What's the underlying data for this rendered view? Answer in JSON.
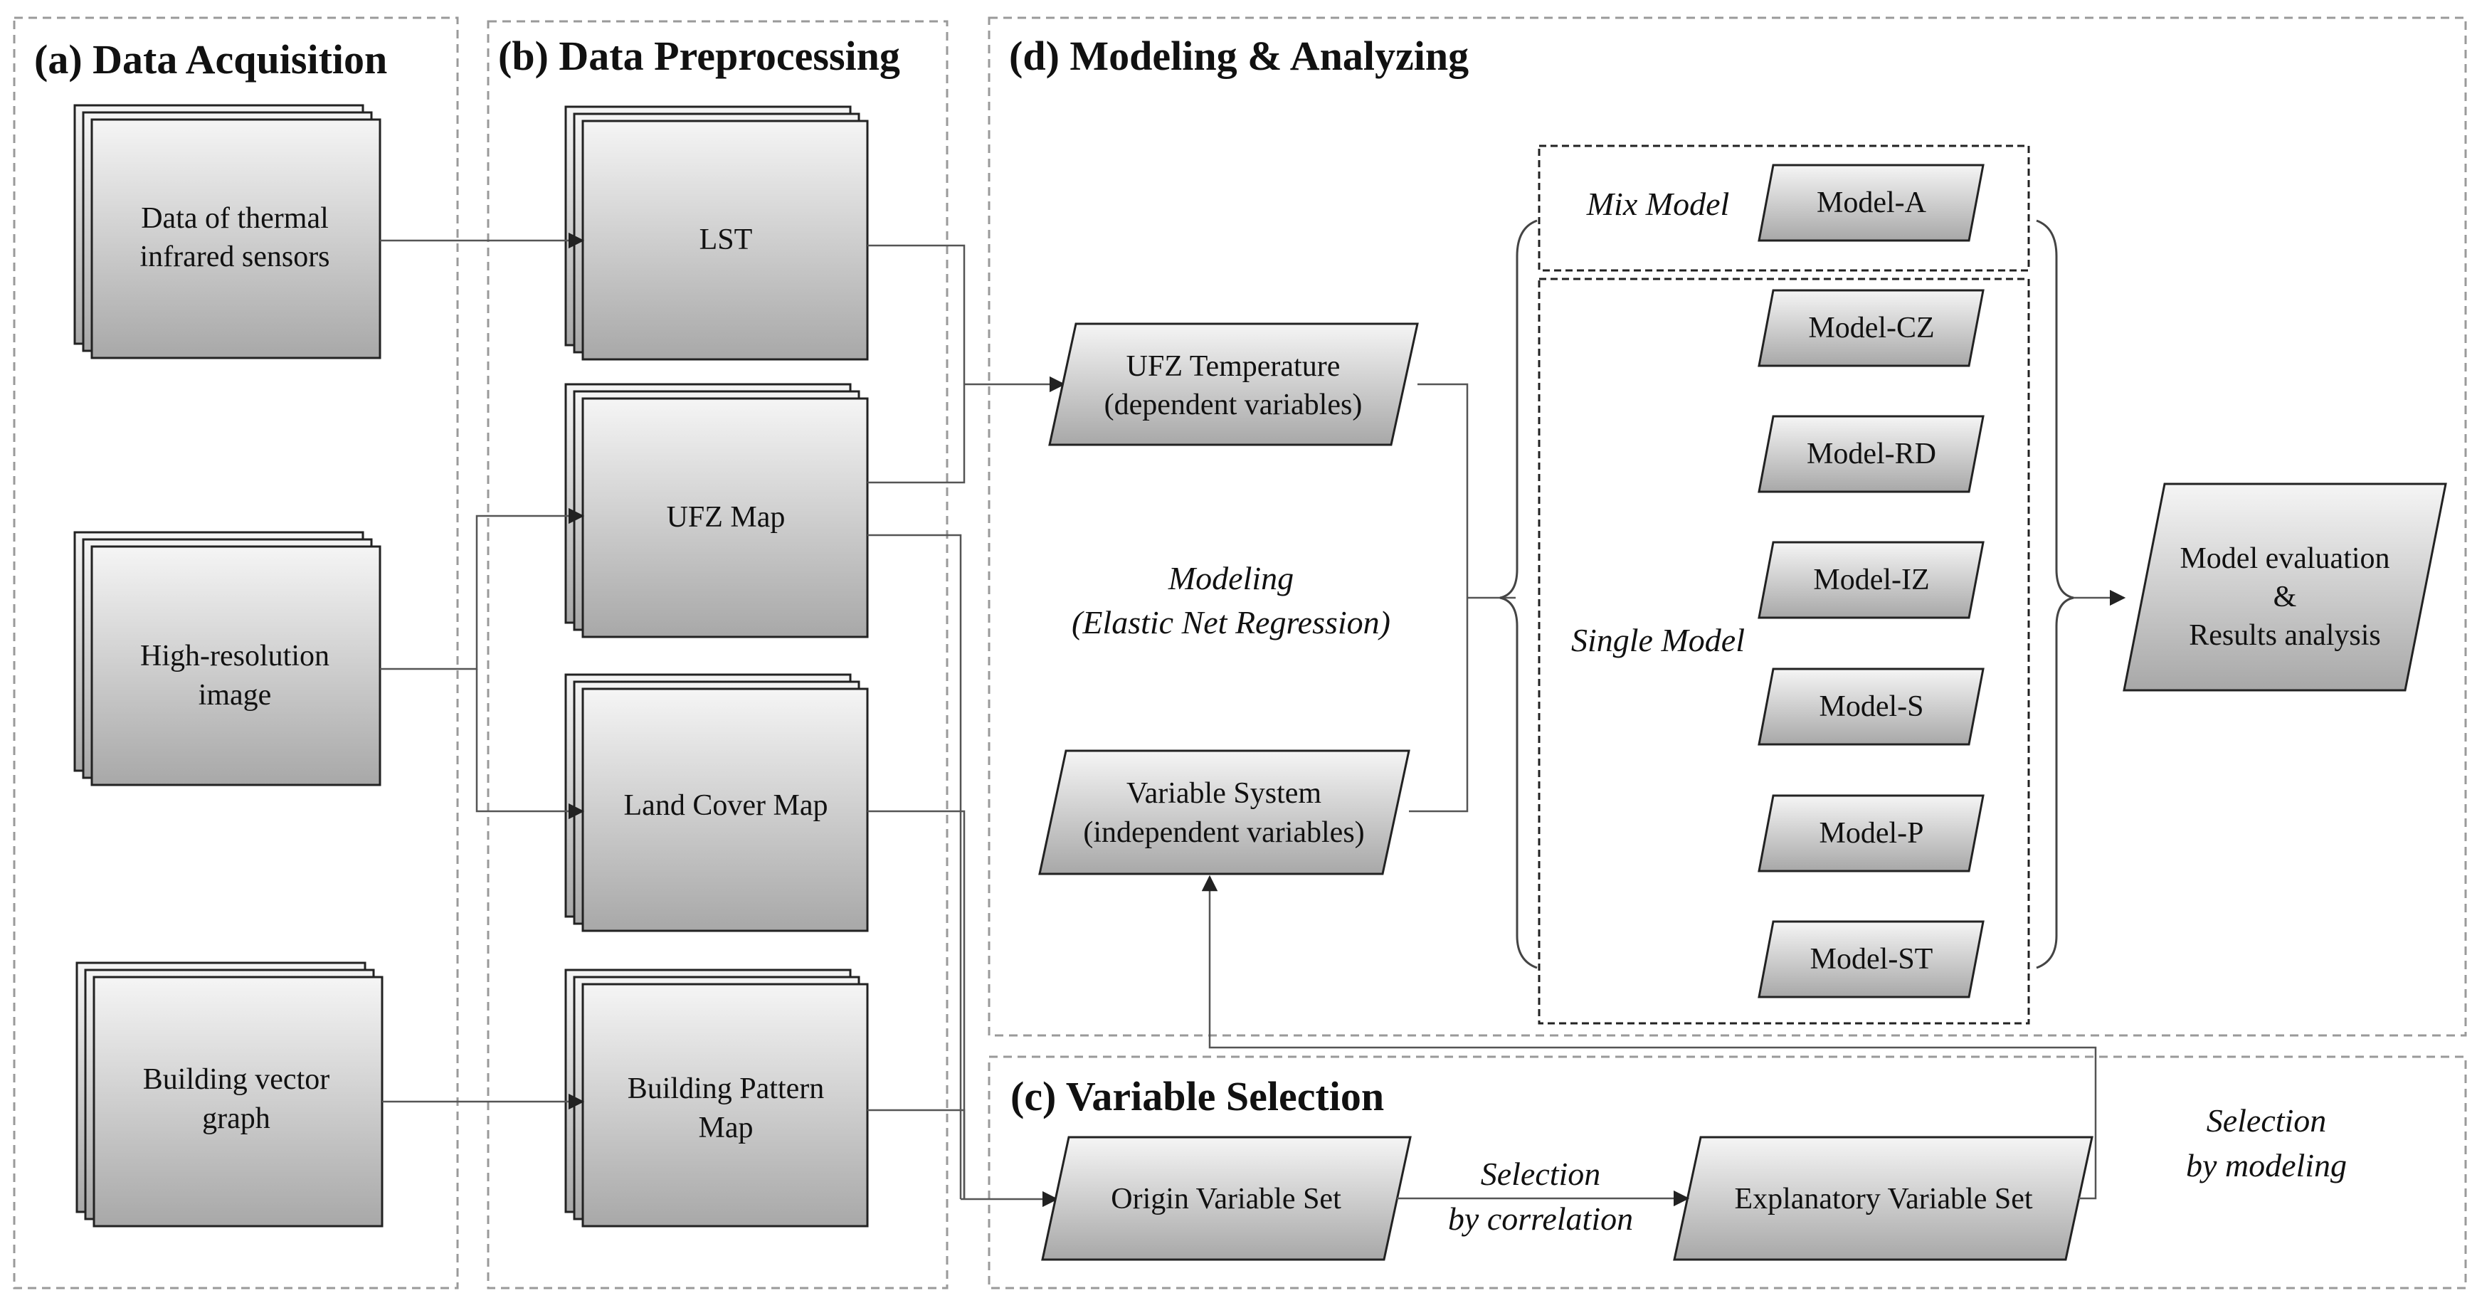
{
  "sections": {
    "a": "(a) Data Acquisition",
    "b": "(b) Data Preprocessing",
    "c": "(c) Variable Selection",
    "d": "(d) Modeling & Analyzing"
  },
  "acquisition": {
    "thermal_line1": "Data of thermal",
    "thermal_line2": "infrared sensors",
    "highres_line1": "High-resolution",
    "highres_line2": "image",
    "building_line1": "Building vector",
    "building_line2": "graph"
  },
  "preprocessing": {
    "lst": "LST",
    "ufz_map": "UFZ Map",
    "land_cover": "Land Cover Map",
    "building_pattern_line1": "Building Pattern",
    "building_pattern_line2": "Map"
  },
  "modeling": {
    "ufz_temp_line1": "UFZ Temperature",
    "ufz_temp_line2": "(dependent variables)",
    "var_system_line1": "Variable System",
    "var_system_line2": "(independent variables)",
    "modeling_line1": "Modeling",
    "modeling_line2": "(Elastic Net Regression)",
    "mix_model": "Mix Model",
    "single_model": "Single Model",
    "models": [
      "Model-A",
      "Model-CZ",
      "Model-RD",
      "Model-IZ",
      "Model-S",
      "Model-P",
      "Model-ST"
    ],
    "eval_line1": "Model evaluation",
    "eval_line2": "&",
    "eval_line3": "Results analysis"
  },
  "selection": {
    "origin": "Origin Variable Set",
    "explanatory": "Explanatory Variable Set",
    "by_corr_line1": "Selection",
    "by_corr_line2": "by correlation",
    "by_model_line1": "Selection",
    "by_model_line2": "by modeling"
  },
  "colors": {
    "gradient_top": "#f4f4f4",
    "gradient_bottom": "#a9a9a9",
    "stroke": "#222222"
  }
}
